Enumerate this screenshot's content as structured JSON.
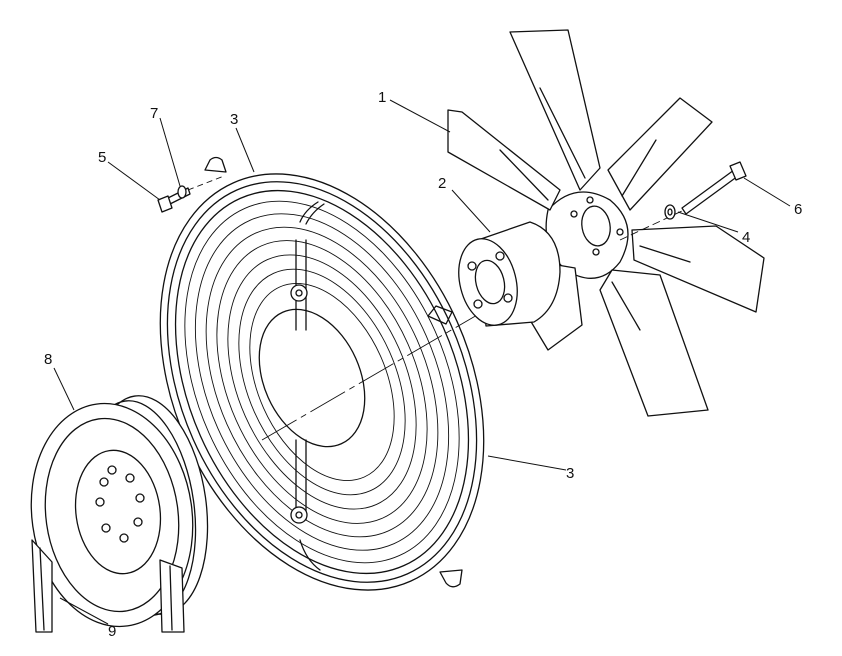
{
  "diagram": {
    "callouts": {
      "c1": "1",
      "c2": "2",
      "c3a": "3",
      "c3b": "3",
      "c4": "4",
      "c5": "5",
      "c6": "6",
      "c7": "7",
      "c8": "8",
      "c9": "9"
    }
  }
}
